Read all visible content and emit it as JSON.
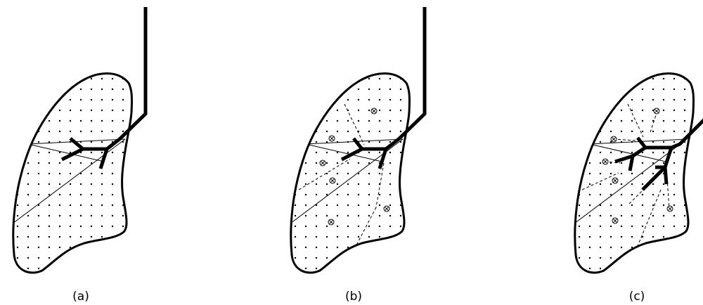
{
  "panels": [
    {
      "id": "a",
      "caption": "(a)"
    },
    {
      "id": "b",
      "caption": "(b)"
    },
    {
      "id": "c",
      "caption": "(c)"
    }
  ],
  "colors": {
    "stroke": "#000000",
    "background": "#ffffff"
  },
  "icons": {
    "point_marker": "dot",
    "center_marker": "circled-x"
  }
}
